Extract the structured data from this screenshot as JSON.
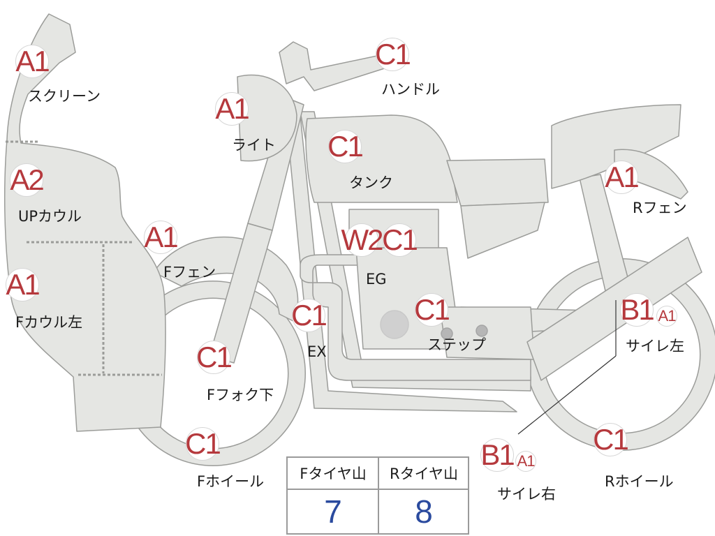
{
  "parts": {
    "screen": {
      "grade": "A1",
      "name": "スクリーン"
    },
    "up_cowl": {
      "grade": "A2",
      "name": "UPカウル"
    },
    "f_cowl_l": {
      "grade": "A1",
      "name": "Fカウル左"
    },
    "light": {
      "grade": "A1",
      "name": "ライト"
    },
    "handle": {
      "grade": "C1",
      "name": "ハンドル"
    },
    "tank": {
      "grade": "C1",
      "name": "タンク"
    },
    "r_fender": {
      "grade": "A1",
      "name": "Rフェン"
    },
    "f_fender": {
      "grade": "A1",
      "name": "Fフェン"
    },
    "engine": {
      "grade_w": "W2",
      "grade_c": "C1",
      "name": "EG"
    },
    "exhaust": {
      "grade": "C1",
      "name": "EX"
    },
    "step": {
      "grade": "C1",
      "name": "ステップ"
    },
    "f_fork": {
      "grade": "C1",
      "name": "Fフォク下"
    },
    "f_wheel": {
      "grade": "C1",
      "name": "Fホイール"
    },
    "muffler_l": {
      "grade_b": "B1",
      "grade_a": "A1",
      "name": "サイレ左"
    },
    "muffler_r": {
      "grade_b": "B1",
      "grade_a": "A1",
      "name": "サイレ右"
    },
    "r_wheel": {
      "grade": "C1",
      "name": "Rホイール"
    }
  },
  "tires": {
    "front_label": "Fタイヤ山",
    "rear_label": "Rタイヤ山",
    "front_value": "7",
    "rear_value": "8"
  },
  "colors": {
    "part_fill": "#e5e6e3",
    "part_stroke": "#9b9c99",
    "grade_text": "#b5393d",
    "tire_value_text": "#2a4a9e"
  }
}
